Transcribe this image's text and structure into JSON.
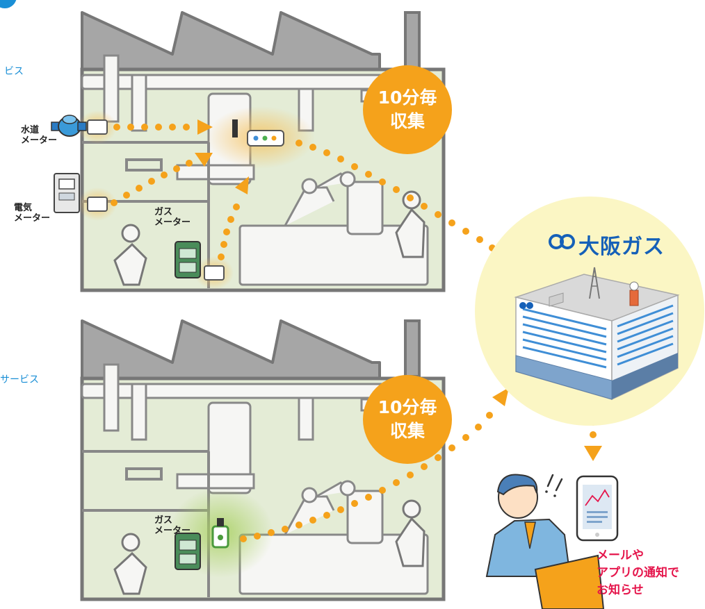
{
  "section1": {
    "service_label": "ビス",
    "badge_line1": "10分毎",
    "badge_line2": "収集",
    "water_meter_line1": "水道",
    "water_meter_line2": "メーター",
    "electric_meter_line1": "電気",
    "electric_meter_line2": "メーター",
    "gas_meter_line1": "ガス",
    "gas_meter_line2": "メーター"
  },
  "section2": {
    "service_label": "サービス",
    "badge_line1": "10分毎",
    "badge_line2": "収集",
    "gas_meter_line1": "ガス",
    "gas_meter_line2": "メーター"
  },
  "company": {
    "logo_text": "大阪ガス"
  },
  "notification": {
    "line1": "メールや",
    "line2": "アプリの通知で",
    "line3": "お知らせ"
  },
  "colors": {
    "accent_orange": "#f5a21b",
    "brand_blue": "#1560b8",
    "service_blue": "#1a8fd6",
    "notify_red": "#e5154b",
    "factory_fill": "#e4ecd6",
    "roof_gray": "#a6a6a6"
  }
}
